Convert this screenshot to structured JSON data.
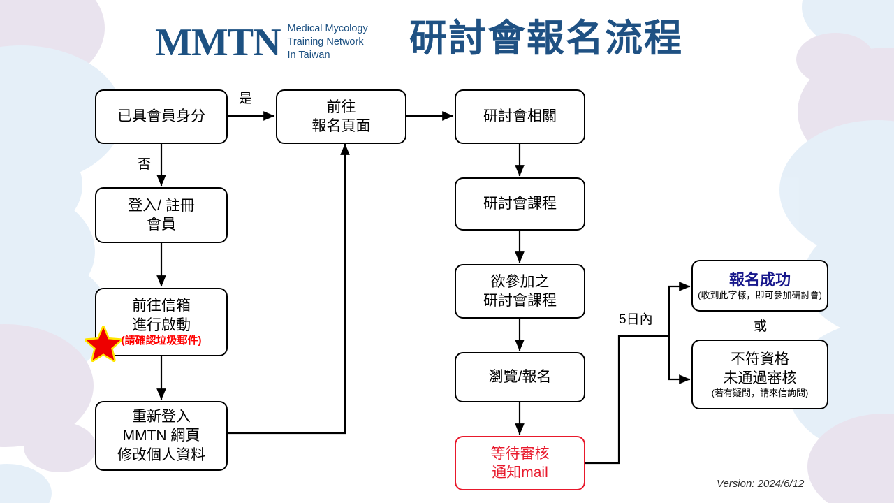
{
  "header": {
    "logo_mark": "MMTN",
    "logo_sub_line1": "Medical Mycology",
    "logo_sub_line2": "Training Network",
    "logo_sub_line3": "In Taiwan",
    "title": "研討會報名流程",
    "brand_color": "#1d5182",
    "title_color": "#1f5183"
  },
  "footer": {
    "version": "Version: 2024/6/12"
  },
  "colors": {
    "node_border": "#000000",
    "node_text": "#000000",
    "alert_red": "#e8192c",
    "note_red": "#ff0000",
    "success_blue": "#18188c",
    "blob_blue": "#d6e6f5",
    "blob_purple": "#ddd2e4"
  },
  "nodes": {
    "member_check": {
      "line1": "已具會員身分"
    },
    "register_account": {
      "line1": "登入/ 註冊",
      "line2": "會員"
    },
    "activate_mail": {
      "line1": "前往信箱",
      "line2": "進行啟動",
      "note": "(請確認垃圾郵件)"
    },
    "relogin_profile": {
      "line1": "重新登入",
      "line2": "MMTN 網頁",
      "line3": "修改個人資料"
    },
    "go_signup_page": {
      "line1": "前往",
      "line2": "報名頁面"
    },
    "seminar_info": {
      "line1": "研討會相關"
    },
    "seminar_courses": {
      "line1": "研討會課程"
    },
    "desired_courses": {
      "line1": "欲參加之",
      "line2": "研討會課程"
    },
    "browse_signup": {
      "line1": "瀏覽/報名"
    },
    "await_review": {
      "line1": "等待審核",
      "line2": "通知mail"
    },
    "signup_success": {
      "headline": "報名成功",
      "note": "(收到此字樣，即可參加研討會)"
    },
    "signup_rejected": {
      "line1": "不符資格",
      "line2": "未通過審核",
      "note": "(若有疑問，請來信詢問)"
    }
  },
  "edge_labels": {
    "yes": "是",
    "no": "否",
    "within_5_days": "5日內",
    "or": "或"
  },
  "icons": {
    "star": "red-star-icon"
  }
}
